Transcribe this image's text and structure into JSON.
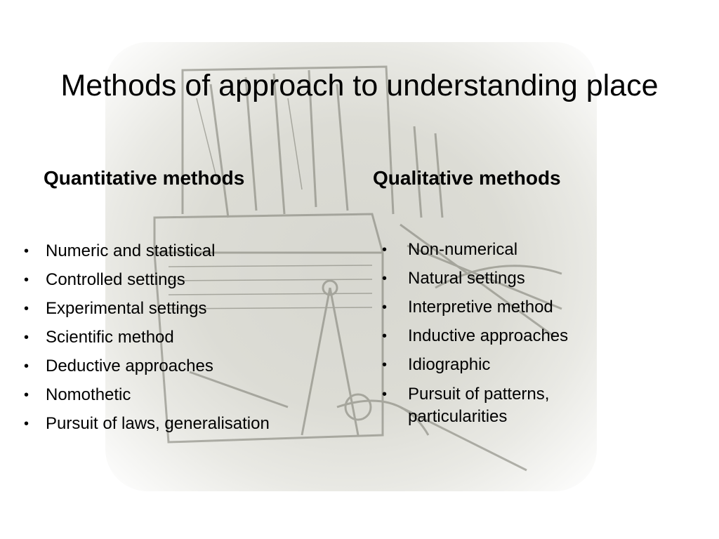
{
  "slide": {
    "title": "Methods of approach to understanding place",
    "left_column": {
      "heading": "Quantitative methods",
      "items": [
        "Numeric and statistical",
        "Controlled settings",
        "Experimental settings",
        "Scientific method",
        "Deductive approaches",
        "Nomothetic",
        "Pursuit of laws, generalisation"
      ]
    },
    "right_column": {
      "heading": "Qualitative methods",
      "items": [
        "Non-numerical",
        "Natural settings",
        "Interpretive method",
        "Inductive approaches",
        "Idiographic",
        "Pursuit of patterns, particularities"
      ]
    },
    "bullet_glyph": "•",
    "colors": {
      "text": "#000000",
      "background": "#ffffff",
      "illustration": "#d9d9d2"
    }
  }
}
